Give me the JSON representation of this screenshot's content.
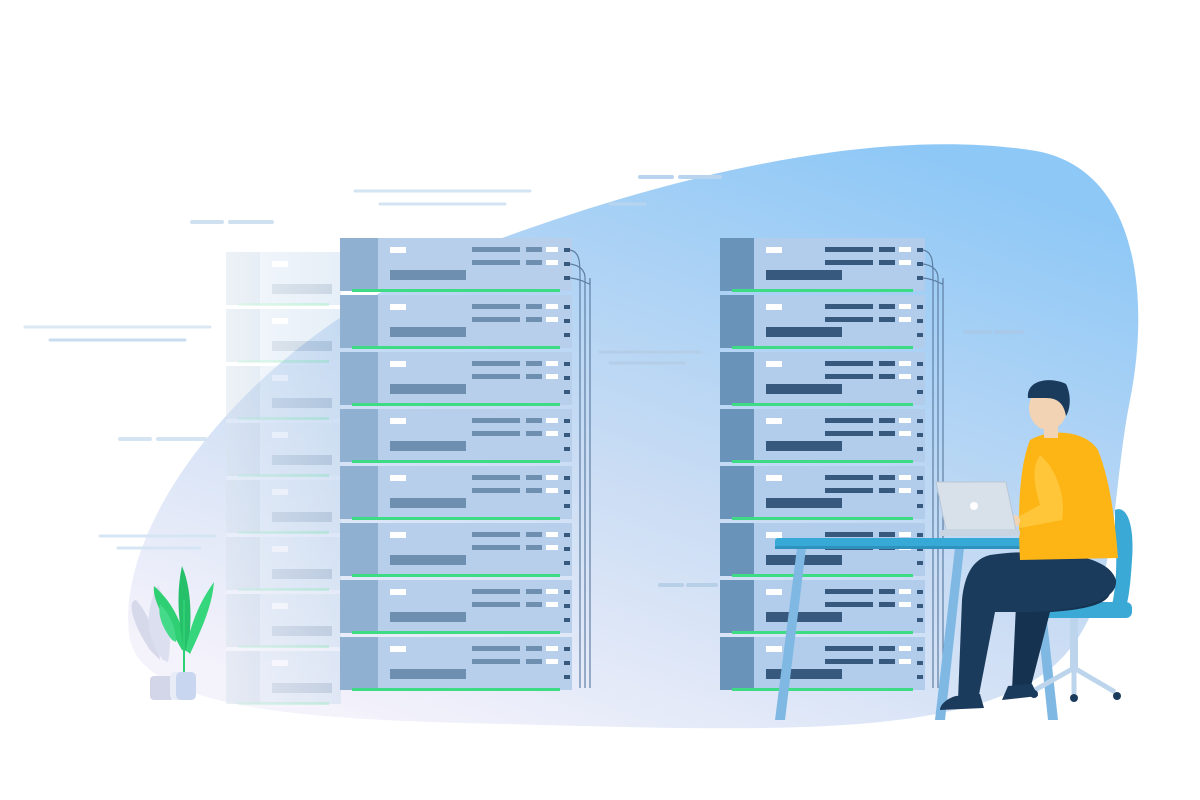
{
  "scene": {
    "subject": "server-room-illustration",
    "racks": [
      {
        "name": "rack-left-ghost",
        "units": 8
      },
      {
        "name": "rack-left-main",
        "units": 8
      },
      {
        "name": "rack-right",
        "units": 8
      }
    ],
    "figures": [
      "person-at-laptop",
      "desk",
      "office-chair",
      "potted-plant"
    ]
  },
  "colors": {
    "background": "#ffffff",
    "blob_top": "#8ec8f6",
    "blob_bottom": "#f4f2fb",
    "rack_front_light": "#c9dcef",
    "rack_side_light": "#9ab6d2",
    "rack_front_dark": "#b7cfea",
    "rack_side_dark": "#6a93ba",
    "led_green": "#3ddc84",
    "slot_dark": "#37597d",
    "shirt": "#fdb515",
    "trousers": "#1b3b5c",
    "hair": "#1b3b5c",
    "skin": "#f2d3b3",
    "desk_top": "#36a9d6",
    "desk_legs": "#7fb9e3",
    "chair": "#3aa9d6",
    "laptop": "#d8e1ea",
    "plant_leaf": "#2fcf73"
  },
  "icons": [
    "server-rack-icon",
    "laptop-icon",
    "plant-icon"
  ]
}
